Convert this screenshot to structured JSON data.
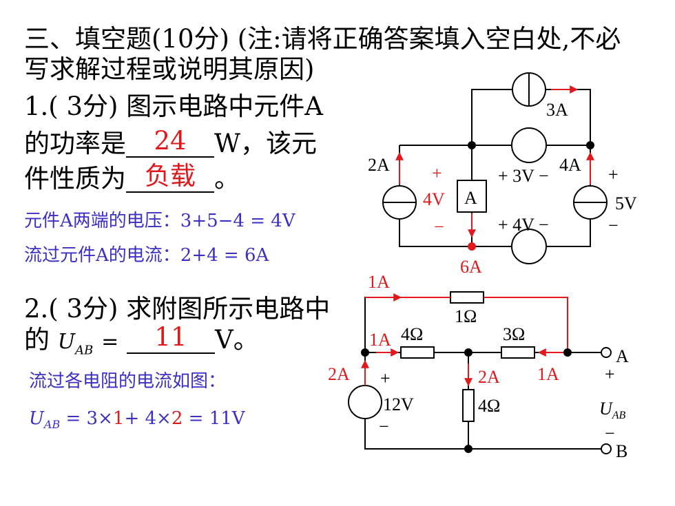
{
  "header": {
    "line1": "三、填空题(10分) (注:请将正确答案填入空白处,不必",
    "line2": "写求解过程或说明其原因)"
  },
  "q1": {
    "line1": "1.( 3分) 图示电路中元件A",
    "line2_prefix": "的功率是",
    "answer_power": "24",
    "line2_suffix": "W，该元",
    "line3_prefix": "件性质为",
    "answer_nature": "负载",
    "line3_suffix": "。",
    "note1": "元件A两端的电压：3+5−4 = 4V",
    "note2": "流过元件A的电流：2+4 = 6A"
  },
  "q2": {
    "line1": "2.( 3分) 求附图所示电路中",
    "line2_prefix": "的",
    "uab_symbol": "U",
    "uab_sub": "AB",
    "equals": "=",
    "answer_uab": "11",
    "line2_suffix": "V。",
    "note1": "流过各电阻的电流如图：",
    "calc_eq": " = 3×",
    "calc_r1": "1",
    "calc_mid": "+ 4×",
    "calc_r2": "2",
    "calc_end": " = 11V"
  },
  "circuit1": {
    "top_source": "3A",
    "left_current": "2A",
    "left_plus": "+",
    "elem_voltage": "4V",
    "elem_minus": "−",
    "elem_label": "A",
    "mid_source": "+ 3V −",
    "right_current": "4A",
    "right_plus": "+",
    "right_voltage": "5V",
    "right_minus": "−",
    "bottom_source": "+ 4V −",
    "bottom_current": "6A"
  },
  "circuit2": {
    "top_current": "1A",
    "r_top": "1Ω",
    "left_branch_current": "1A",
    "r_left": "4Ω",
    "r_right": "3Ω",
    "source_current": "2A",
    "source_plus": "+",
    "source_voltage": "12V",
    "source_minus": "−",
    "mid_current": "2A",
    "r_mid": "4Ω",
    "right_current": "1A",
    "terminal_a": "A",
    "terminal_b": "B",
    "uab_plus": "+",
    "uab_label": "U",
    "uab_sub": "AB",
    "uab_minus": "−"
  },
  "colors": {
    "answer": "#e0191c",
    "note": "#3b2fc4",
    "ink": "#000000"
  }
}
